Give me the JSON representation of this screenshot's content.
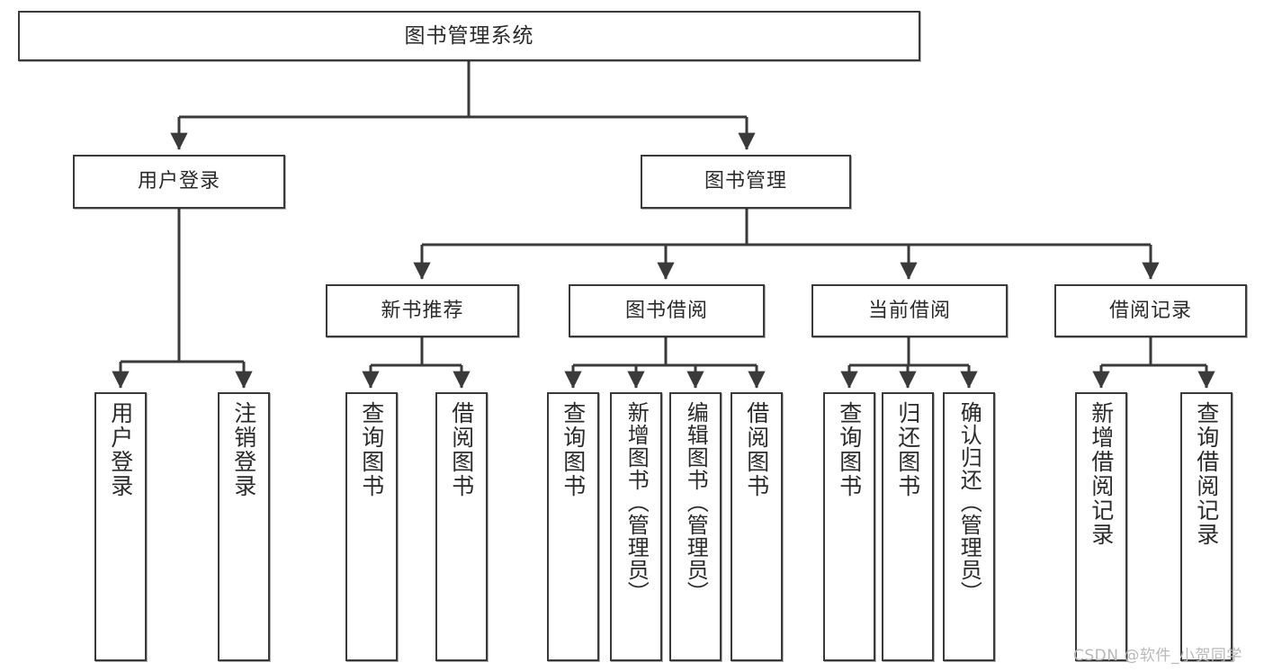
{
  "diagram": {
    "type": "tree-hierarchy-chart",
    "title": "图书管理系统",
    "watermark": "CSDN @软件_小贺同学",
    "colors": {
      "box_border": "#3a3a3a",
      "box_fill": "#ffffff",
      "connector": "#3a3a3a",
      "text": "#2b2b2b",
      "watermark": "#b9b9b9",
      "background": "#ffffff"
    },
    "root": {
      "id": "root",
      "label": "图书管理系统"
    },
    "level2": [
      {
        "id": "user-login",
        "label": "用户登录"
      },
      {
        "id": "book-manage",
        "label": "图书管理"
      }
    ],
    "level3": [
      {
        "id": "new-book-rec",
        "label": "新书推荐"
      },
      {
        "id": "book-borrow",
        "label": "图书借阅"
      },
      {
        "id": "current-borrow",
        "label": "当前借阅"
      },
      {
        "id": "borrow-record",
        "label": "借阅记录"
      }
    ],
    "leaves": {
      "user_login": [
        {
          "id": "leaf-user-login",
          "label": "用户登录"
        },
        {
          "id": "leaf-logout-login",
          "label": "注销登录"
        }
      ],
      "new_book_rec": [
        {
          "id": "leaf-query-book-1",
          "label": "查询图书"
        },
        {
          "id": "leaf-borrow-book-1",
          "label": "借阅图书"
        }
      ],
      "book_borrow": [
        {
          "id": "leaf-query-book-2",
          "label": "查询图书"
        },
        {
          "id": "leaf-add-book",
          "label": "新增图书（管理员）"
        },
        {
          "id": "leaf-edit-book",
          "label": "编辑图书（管理员）"
        },
        {
          "id": "leaf-borrow-book-2",
          "label": "借阅图书"
        }
      ],
      "current_borrow": [
        {
          "id": "leaf-query-book-3",
          "label": "查询图书"
        },
        {
          "id": "leaf-return-book",
          "label": "归还图书"
        },
        {
          "id": "leaf-confirm-return",
          "label": "确认归还（管理员）"
        }
      ],
      "borrow_record": [
        {
          "id": "leaf-add-record",
          "label": "新增借阅记录"
        },
        {
          "id": "leaf-query-record",
          "label": "查询借阅记录"
        }
      ]
    }
  }
}
